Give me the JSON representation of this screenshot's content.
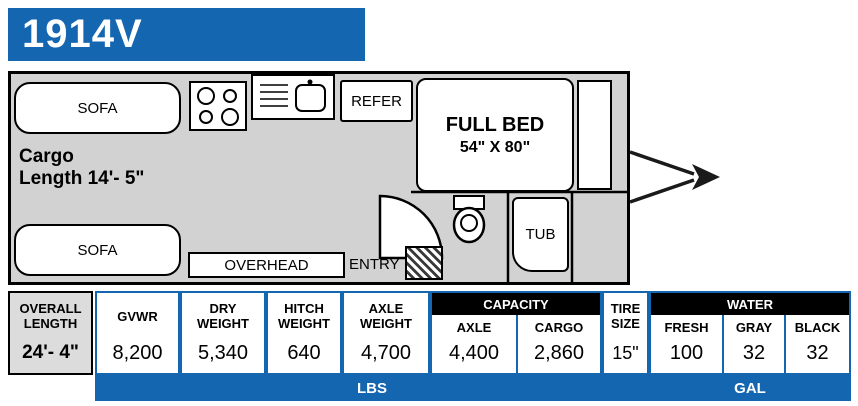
{
  "header": {
    "model": "1914V"
  },
  "floorplan": {
    "sofa_top": "SOFA",
    "sofa_bottom": "SOFA",
    "refer": "REFER",
    "bed_line1": "FULL BED",
    "bed_line2": "54\" X 80\"",
    "cargo_line1": "Cargo",
    "cargo_line2": "Length 14'- 5\"",
    "overhead": "OVERHEAD",
    "entry": "ENTRY",
    "tub": "TUB"
  },
  "spec_table": {
    "overall": {
      "label": "OVERALL LENGTH",
      "value": "24'- 4\""
    },
    "cells": [
      {
        "label": "GVWR",
        "value": "8,200"
      },
      {
        "label": "DRY WEIGHT",
        "value": "5,340"
      },
      {
        "label": "HITCH WEIGHT",
        "value": "640"
      },
      {
        "label": "AXLE WEIGHT",
        "value": "4,700"
      }
    ],
    "capacity": {
      "header": "CAPACITY",
      "cells": [
        {
          "label": "AXLE",
          "value": "4,400"
        },
        {
          "label": "CARGO",
          "value": "2,860"
        }
      ]
    },
    "tire": {
      "label": "TIRE SIZE",
      "value": "15\""
    },
    "water": {
      "header": "WATER",
      "cells": [
        {
          "label": "FRESH",
          "value": "100"
        },
        {
          "label": "GRAY",
          "value": "32"
        },
        {
          "label": "BLACK",
          "value": "32"
        }
      ]
    },
    "lbs_label": "LBS",
    "gal_label": "GAL"
  },
  "colors": {
    "blue": "#1566b0",
    "floor": "#d2d2d2",
    "cellgray": "#dcdcdc"
  }
}
